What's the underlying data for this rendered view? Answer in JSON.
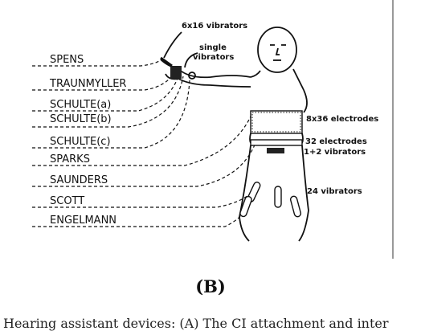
{
  "diagram": {
    "labels": [
      "SPENS",
      "TRAUNMYLLER",
      "SCHULTE(a)",
      "SCHULTE(b)",
      "SCHULTE(c)",
      "SPARKS",
      "SAUNDERS",
      "SCOTT",
      "ENGELMANN"
    ],
    "annotations": {
      "vib6x16": "6x16 vibrators",
      "single1": "single",
      "single2": "vibrators",
      "electrodes8x36": "8x36 electrodes",
      "electrodes32": "32 electrodes",
      "vib12": "1+2 vibrators",
      "vib24": "24 vibrators"
    }
  },
  "panel_label": "(B)",
  "caption": "Hearing assistant devices: (A) The CI attachment and inter"
}
